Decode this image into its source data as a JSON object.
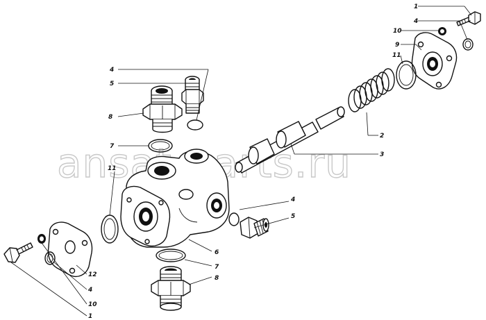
{
  "watermark": "ansat-parts.ru",
  "callouts": {
    "c1_top": "1",
    "c4_top": "4",
    "c10_top": "10",
    "c9": "9",
    "c11_right": "11",
    "c4_upper": "4",
    "c5_upper": "5",
    "c8_upper": "8",
    "c2": "2",
    "c3": "3",
    "c7_upper": "7",
    "c11_left": "11",
    "c4_mid": "4",
    "c5_mid": "5",
    "c6": "6",
    "c7_lower": "7",
    "c8_lower": "8",
    "c12": "12",
    "c4_lower": "4",
    "c10_lower": "10",
    "c1_lower": "1"
  }
}
